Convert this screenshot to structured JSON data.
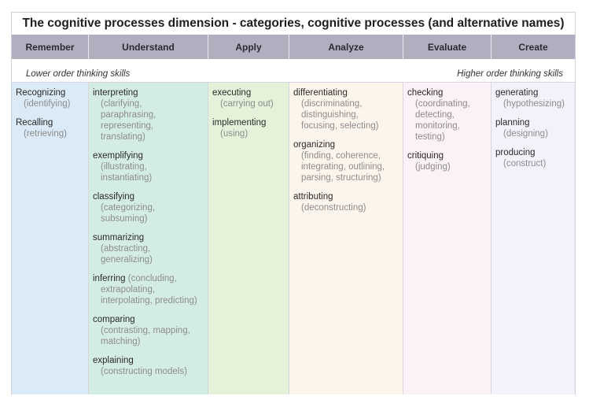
{
  "title": "The cognitive processes dimension - categories, cognitive processes (and alternative names)",
  "headers": [
    "Remember",
    "Understand",
    "Apply",
    "Analyze",
    "Evaluate",
    "Create"
  ],
  "band": {
    "left": "Lower order thinking skills",
    "right": "Higher order thinking skills"
  },
  "columns": [
    {
      "processes": [
        {
          "name": "Recognizing",
          "alt": [
            "(identifying)"
          ]
        },
        {
          "name": "Recalling",
          "alt": [
            "(retrieving)"
          ]
        }
      ]
    },
    {
      "processes": [
        {
          "name": "interpreting",
          "alt": [
            "(clarifying,",
            "paraphrasing,",
            "representing,",
            "translating)"
          ]
        },
        {
          "name": "exemplifying",
          "alt": [
            "(illustrating,",
            "instantiating)"
          ]
        },
        {
          "name": "classifying",
          "alt": [
            "(categorizing,",
            "subsuming)"
          ]
        },
        {
          "name": "summarizing",
          "alt": [
            "(abstracting,",
            "generalizing)"
          ]
        },
        {
          "name": "inferring",
          "inline": "(concluding,",
          "alt": [
            "extrapolating,",
            "interpolating, predicting)"
          ]
        },
        {
          "name": "comparing",
          "alt": [
            "(contrasting, mapping,",
            "matching)"
          ]
        },
        {
          "name": "explaining",
          "alt": [
            "(constructing models)"
          ]
        }
      ]
    },
    {
      "processes": [
        {
          "name": "executing",
          "alt": [
            "(carrying out)"
          ]
        },
        {
          "name": "implementing",
          "alt": [
            "(using)"
          ]
        }
      ]
    },
    {
      "processes": [
        {
          "name": "differentiating",
          "alt": [
            "(discriminating,",
            "distinguishing,",
            "focusing, selecting)"
          ]
        },
        {
          "name": "organizing",
          "alt": [
            "(finding, coherence,",
            "integrating, outlining,",
            "parsing, structuring)"
          ]
        },
        {
          "name": "attributing",
          "alt": [
            "(deconstructing)"
          ]
        }
      ]
    },
    {
      "processes": [
        {
          "name": "checking",
          "alt": [
            "(coordinating,",
            "detecting,",
            "monitoring,",
            "testing)"
          ]
        },
        {
          "name": "critiquing",
          "alt": [
            "(judging)"
          ]
        }
      ]
    },
    {
      "processes": [
        {
          "name": "generating",
          "alt": [
            "(hypothesizing)"
          ]
        },
        {
          "name": "planning",
          "alt": [
            "(designing)"
          ]
        },
        {
          "name": "producing",
          "alt": [
            "(construct)"
          ]
        }
      ]
    }
  ]
}
